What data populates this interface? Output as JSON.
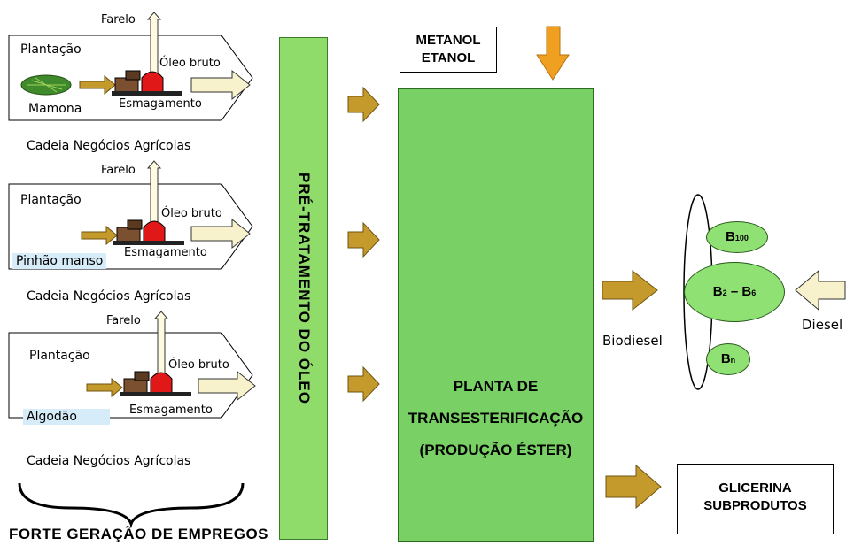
{
  "chains": [
    {
      "plantacao": "Plantação",
      "crop": "Mamona",
      "farelo": "Farelo",
      "oleo": "Óleo bruto",
      "esmagamento": "Esmagamento",
      "caption": "Cadeia Negócios Agrícolas",
      "crop_bg": "#ffffff"
    },
    {
      "plantacao": "Plantação",
      "crop": "Pinhão manso",
      "farelo": "Farelo",
      "oleo": "Óleo bruto",
      "esmagamento": "Esmagamento",
      "caption": "Cadeia Negócios Agrícolas",
      "crop_bg": "#d6ecf8"
    },
    {
      "plantacao": "Plantação",
      "crop": "Algodão",
      "farelo": "Farelo",
      "oleo": "Óleo bruto",
      "esmagamento": "Esmagamento",
      "caption": "Cadeia Negócios Agrícolas",
      "crop_bg": "#d6ecf8"
    }
  ],
  "footer": "FORTE GERAÇÃO DE EMPREGOS",
  "pretratamento": "PRÉ-TRATAMENTO DO ÓLEO",
  "inputs": {
    "line1": "METANOL",
    "line2": "ETANOL"
  },
  "plant": {
    "line1": "PLANTA DE",
    "line2": "TRANSESTERIFICAÇÃO",
    "line3": "(PRODUÇÃO ÉSTER)"
  },
  "outputs": {
    "biodiesel": "Biodiesel",
    "diesel": "Diesel",
    "glicerina1": "GLICERINA",
    "glicerina2": "SUBPRODUTOS"
  },
  "blends": {
    "b100_main": "B",
    "b100_sub": "100",
    "b2_main1": "B",
    "b2_sub1": "2",
    "b2_dash": " – ",
    "b2_main2": "B",
    "b2_sub2": "6",
    "bn_main": "B",
    "bn_sub": "n"
  },
  "colors": {
    "pretrat": "#8fdc6a",
    "plant": "#79d065",
    "arrow_brown": "#c59a2c",
    "arrow_orange": "#f0a020",
    "arrow_cream": "#f8f2cc",
    "blend": "#8fe173"
  }
}
